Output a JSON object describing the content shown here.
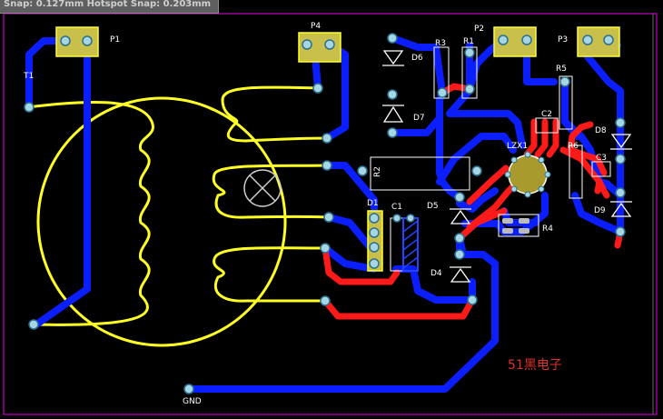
{
  "status_bar": {
    "text": "Snap: 0.127mm Hotspot Snap: 0.203mm"
  },
  "colors": {
    "background": "#000000",
    "board_outline": "#c000c0",
    "bottom_layer": "#0a1eff",
    "top_layer": "#ff1a1a",
    "silkscreen": "#ffff22",
    "pad_fill": "#a6d6e6",
    "component_body": "#c8c04a",
    "watermark_red": "#e0302a",
    "label_white": "#ffffff"
  },
  "designators": {
    "P1": "P1",
    "P2": "P2",
    "P3": "P3",
    "P4": "P4",
    "T1": "T1",
    "R1": "R1",
    "R2": "R2",
    "R3": "R3",
    "R4": "R4",
    "R5": "R5",
    "R6": "R6",
    "D1": "D1",
    "D4": "D4",
    "D5": "D5",
    "D6": "D6",
    "D7": "D7",
    "D8": "D8",
    "D9": "D9",
    "C1": "C1",
    "C2": "C2",
    "C3": "C3",
    "LZX1": "LZX1",
    "GND": "GND"
  },
  "watermark": "51黑电子"
}
